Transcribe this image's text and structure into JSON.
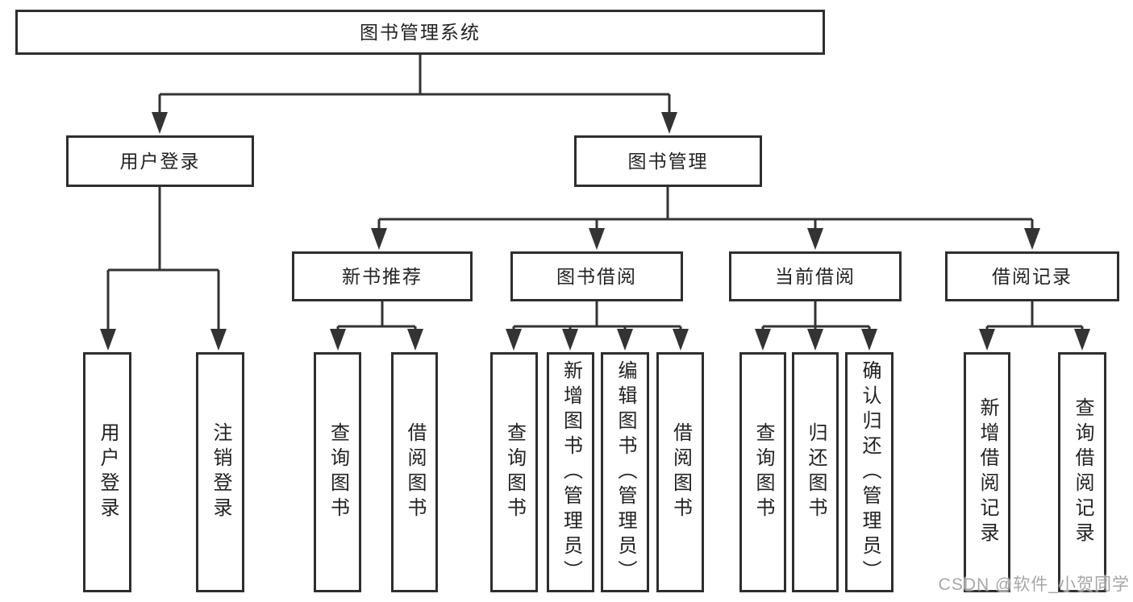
{
  "tree": {
    "root": "图书管理系统",
    "login": {
      "label": "用户登录",
      "children": [
        "用户登录",
        "注销登录"
      ]
    },
    "management": {
      "label": "图书管理",
      "groups": [
        {
          "label": "新书推荐",
          "children": [
            "查询图书",
            "借阅图书"
          ]
        },
        {
          "label": "图书借阅",
          "children": [
            "查询图书",
            "新增图书（管理员）",
            "编辑图书（管理员）",
            "借阅图书"
          ]
        },
        {
          "label": "当前借阅",
          "children": [
            "查询图书",
            "归还图书",
            "确认归还（管理员）"
          ]
        },
        {
          "label": "借阅记录",
          "children": [
            "新增借阅记录",
            "查询借阅记录"
          ]
        }
      ]
    }
  },
  "watermark": {
    "text": "CSDN @软件_小贺同学"
  },
  "colors": {
    "line": "#333333",
    "box_border": "#2e2e2e",
    "text": "#222222",
    "watermark": "#9e9e9e",
    "background": "#ffffff"
  }
}
